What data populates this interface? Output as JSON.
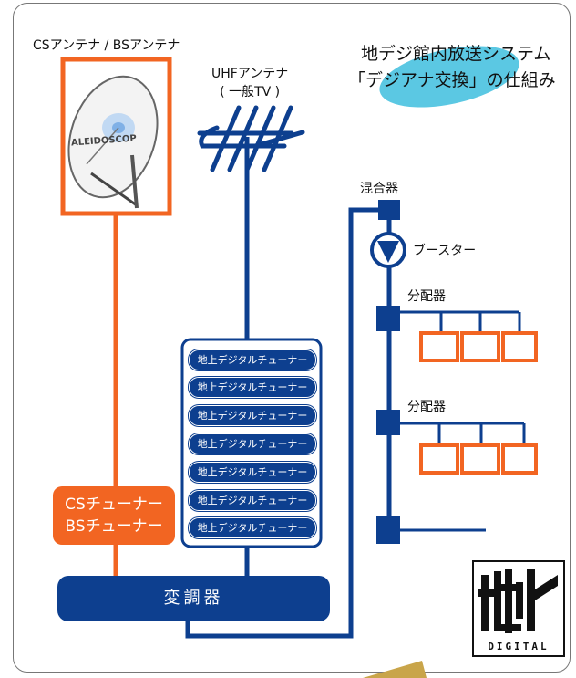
{
  "title": {
    "line1": "地デジ館内放送システム",
    "line2": "「デジアナ交換」の仕組み"
  },
  "labels": {
    "cs_bs_antenna": "CSアンテナ / BSアンテナ",
    "uhf_antenna_line1": "UHFアンテナ",
    "uhf_antenna_line2": "( 一般TV )",
    "dish_brand": "ALEIDOSCOP",
    "mixer": "混合器",
    "booster": "ブースター",
    "splitter_1": "分配器",
    "splitter_2": "分配器"
  },
  "tuners": [
    "地上デジタルチューナー",
    "地上デジタルチューナー",
    "地上デジタルチューナー",
    "地上デジタルチューナー",
    "地上デジタルチューナー",
    "地上デジタルチューナー",
    "地上デジタルチューナー"
  ],
  "cs_tuner": {
    "line1": "CSチューナー",
    "line2": "BSチューナー"
  },
  "modulator": "変調器",
  "logo": {
    "text": "DIGITAL"
  },
  "colors": {
    "navy": "#0d3f8f",
    "orange": "#f26522",
    "title_bubble": "#5bc8e3",
    "gold": "#c9a54a"
  }
}
